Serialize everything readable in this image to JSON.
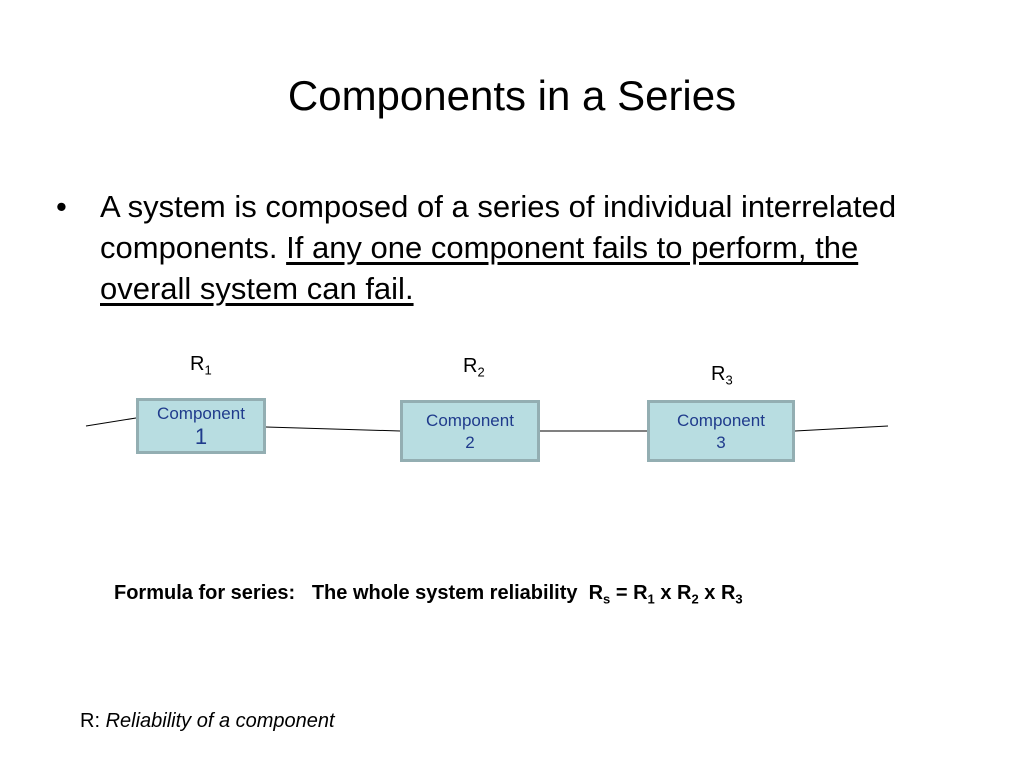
{
  "title": "Components in a Series",
  "bullet": {
    "marker": "•",
    "text_plain": "A system is composed of a series of individual interrelated components. ",
    "text_underlined": "If any one component fails to perform, the overall system can fail."
  },
  "diagram": {
    "r_labels": [
      {
        "letter": "R",
        "sub": "1"
      },
      {
        "letter": "R",
        "sub": "2"
      },
      {
        "letter": "R",
        "sub": "3"
      }
    ],
    "components": [
      {
        "label": "Component",
        "number": "1"
      },
      {
        "label": "Component",
        "number": "2"
      },
      {
        "label": "Component",
        "number": "3"
      }
    ],
    "box_fill": "#b8dde1",
    "box_border": "#93aeb2",
    "box_text_color": "#1f3b8c"
  },
  "formula": {
    "prefix": "Formula for series:   The whole system reliability  ",
    "rs": {
      "letter": "R",
      "sub": "s"
    },
    "eq": " = ",
    "r1": {
      "letter": "R",
      "sub": "1"
    },
    "x1": " x ",
    "r2": {
      "letter": "R",
      "sub": "2"
    },
    "x2": " x ",
    "r3": {
      "letter": "R",
      "sub": "3"
    }
  },
  "legend": {
    "term": "R: ",
    "definition": "Reliability of a component"
  }
}
